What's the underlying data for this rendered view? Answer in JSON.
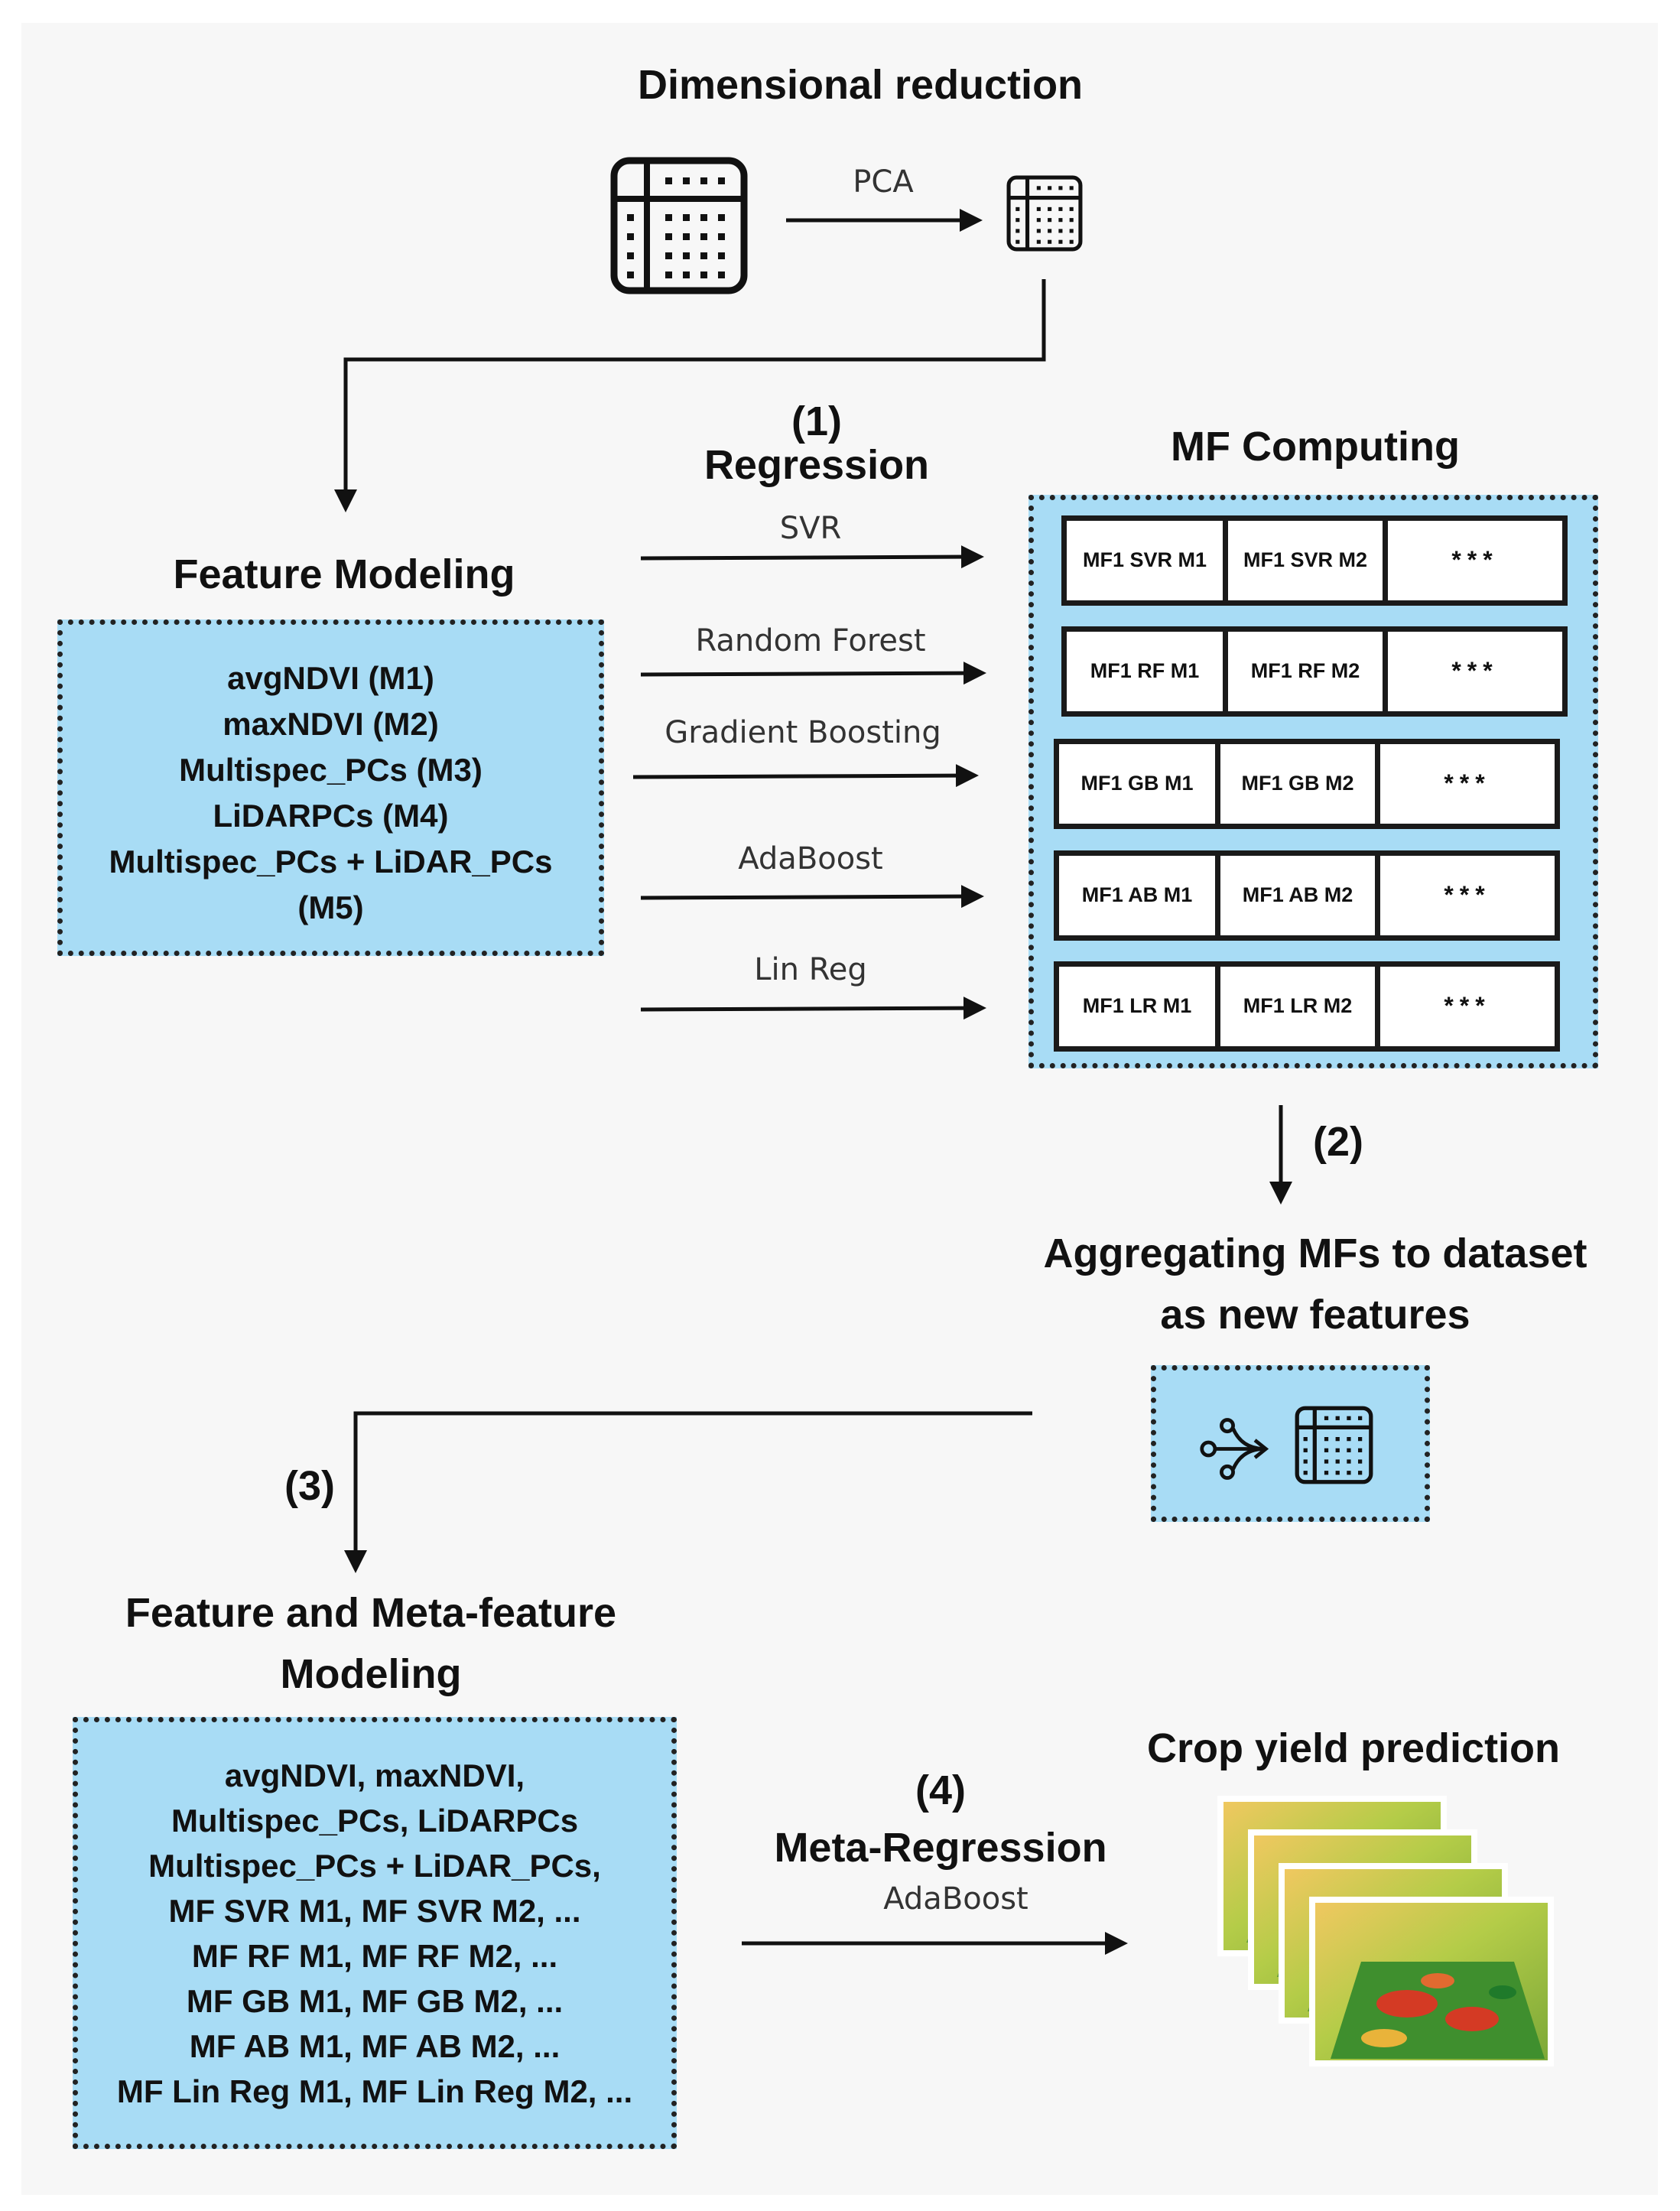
{
  "dimensional_reduction": {
    "title": "Dimensional reduction",
    "arrow_label": "PCA"
  },
  "step1": {
    "number": "(1)",
    "title": "Regression"
  },
  "mf_computing": {
    "title": "MF Computing"
  },
  "feature_modeling": {
    "title": "Feature Modeling",
    "items": [
      "avgNDVI (M1)",
      "maxNDVI (M2)",
      "Multispec_PCs (M3)",
      "LiDARPCs (M4)",
      "Multispec_PCs + LiDAR_PCs",
      "(M5)"
    ]
  },
  "regressors": [
    "SVR",
    "Random Forest",
    "Gradient Boosting",
    "AdaBoost",
    "Lin Reg"
  ],
  "mf_grid": [
    [
      "MF1 SVR M1",
      "MF1 SVR M2",
      "***"
    ],
    [
      "MF1 RF M1",
      "MF1 RF M2",
      "***"
    ],
    [
      "MF1 GB M1",
      "MF1 GB M2",
      "***"
    ],
    [
      "MF1 AB M1",
      "MF1 AB M2",
      "***"
    ],
    [
      "MF1 LR M1",
      "MF1 LR M2",
      "***"
    ]
  ],
  "step2": {
    "number": "(2)",
    "title_line1": "Aggregating MFs to dataset",
    "title_line2": "as new features"
  },
  "step3": {
    "number": "(3)"
  },
  "meta_modeling": {
    "title_line1": "Feature and Meta-feature",
    "title_line2": "Modeling",
    "items": [
      "avgNDVI, maxNDVI,",
      "Multispec_PCs, LiDARPCs",
      "Multispec_PCs + LiDAR_PCs,",
      "MF SVR M1, MF SVR M2, ...",
      "MF RF M1, MF RF M2, ...",
      "MF GB M1, MF GB M2, ...",
      "MF AB M1, MF AB M2, ...",
      "MF Lin Reg M1, MF Lin Reg M2, ..."
    ]
  },
  "step4": {
    "number": "(4)",
    "title": "Meta-Regression",
    "method": "AdaBoost"
  },
  "crop_yield": {
    "title": "Crop yield prediction"
  },
  "colors": {
    "box_fill": "#a8dcf5",
    "line": "#111111",
    "background": "#f7f7f7"
  }
}
